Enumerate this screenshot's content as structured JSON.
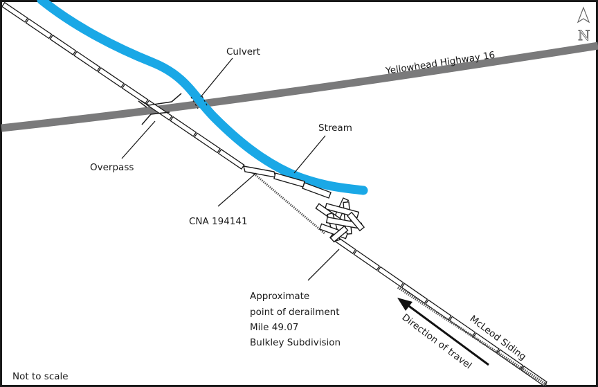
{
  "diagram": {
    "title": "Derailment site diagram",
    "colors": {
      "stream": "#1aa8e6",
      "highway": "#7a7a7b",
      "track": "#1a1a1a",
      "border": "#1a1a1a"
    },
    "labels": {
      "culvert": "Culvert",
      "highway": "Yellowhead Highway 16",
      "stream": "Stream",
      "overpass": "Overpass",
      "car": "CNA 194141",
      "derailment": [
        "Approximate",
        "point of derailment",
        "Mile 49.07",
        "Bulkley Subdivision"
      ],
      "siding": "McLeod Siding",
      "direction": "Direction of travel",
      "scale_note": "Not to scale"
    },
    "north_arrow": {
      "icon": "north-arrow-icon",
      "letter": "N"
    }
  }
}
